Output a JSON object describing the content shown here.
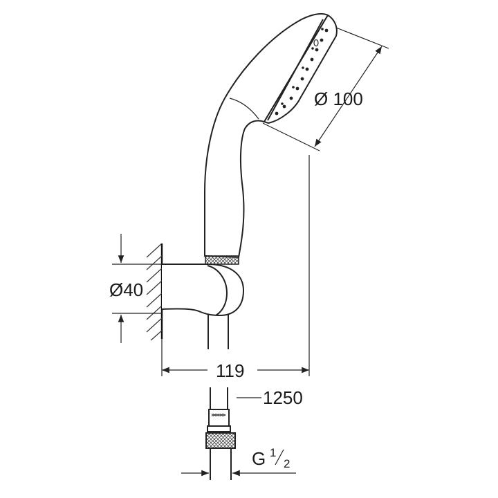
{
  "dimensions": {
    "head_diameter": "Ø 100",
    "holder_diameter": "Ø40",
    "wall_distance": "119",
    "hose_length": "1250",
    "thread_main": "G",
    "thread_num": "1",
    "thread_den": "2"
  }
}
